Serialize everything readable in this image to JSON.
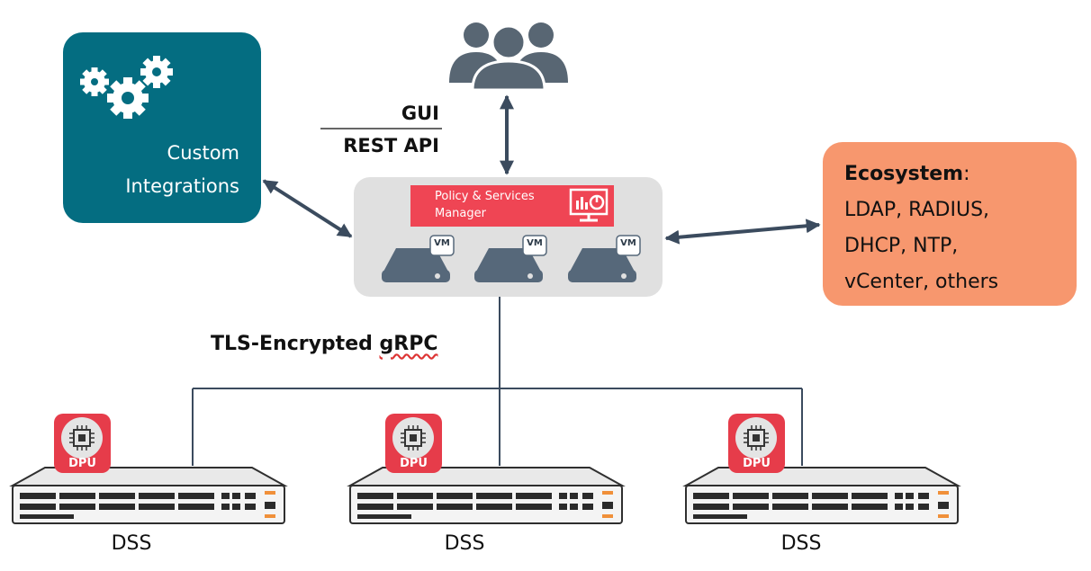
{
  "custom_integrations": {
    "label_line1": "Custom",
    "label_line2": "Integrations",
    "icon": "gears-icon",
    "color": "#046d81"
  },
  "users": {
    "icon": "users-group-icon",
    "color": "#586673"
  },
  "api": {
    "gui": "GUI",
    "rest": "REST API"
  },
  "psm": {
    "label_line1": "Policy & Services",
    "label_line2": "Manager",
    "icon": "monitor-dashboard-icon",
    "color": "#ef4554",
    "vm_label": "VM",
    "vm_icon": "vm-disk-icon"
  },
  "ecosystem": {
    "heading": "Ecosystem",
    "colon": ":",
    "line1": "LDAP, RADIUS,",
    "line2": "DHCP, NTP,",
    "line3": "vCenter, others",
    "color": "#f7976e"
  },
  "grpc": {
    "prefix": "TLS-Encrypted ",
    "squiggled": "gRPC"
  },
  "dpu": {
    "label": "DPU",
    "icon": "chip-icon",
    "color": "#e63c4a"
  },
  "switches": [
    {
      "label": "DSS"
    },
    {
      "label": "DSS"
    },
    {
      "label": "DSS"
    }
  ]
}
